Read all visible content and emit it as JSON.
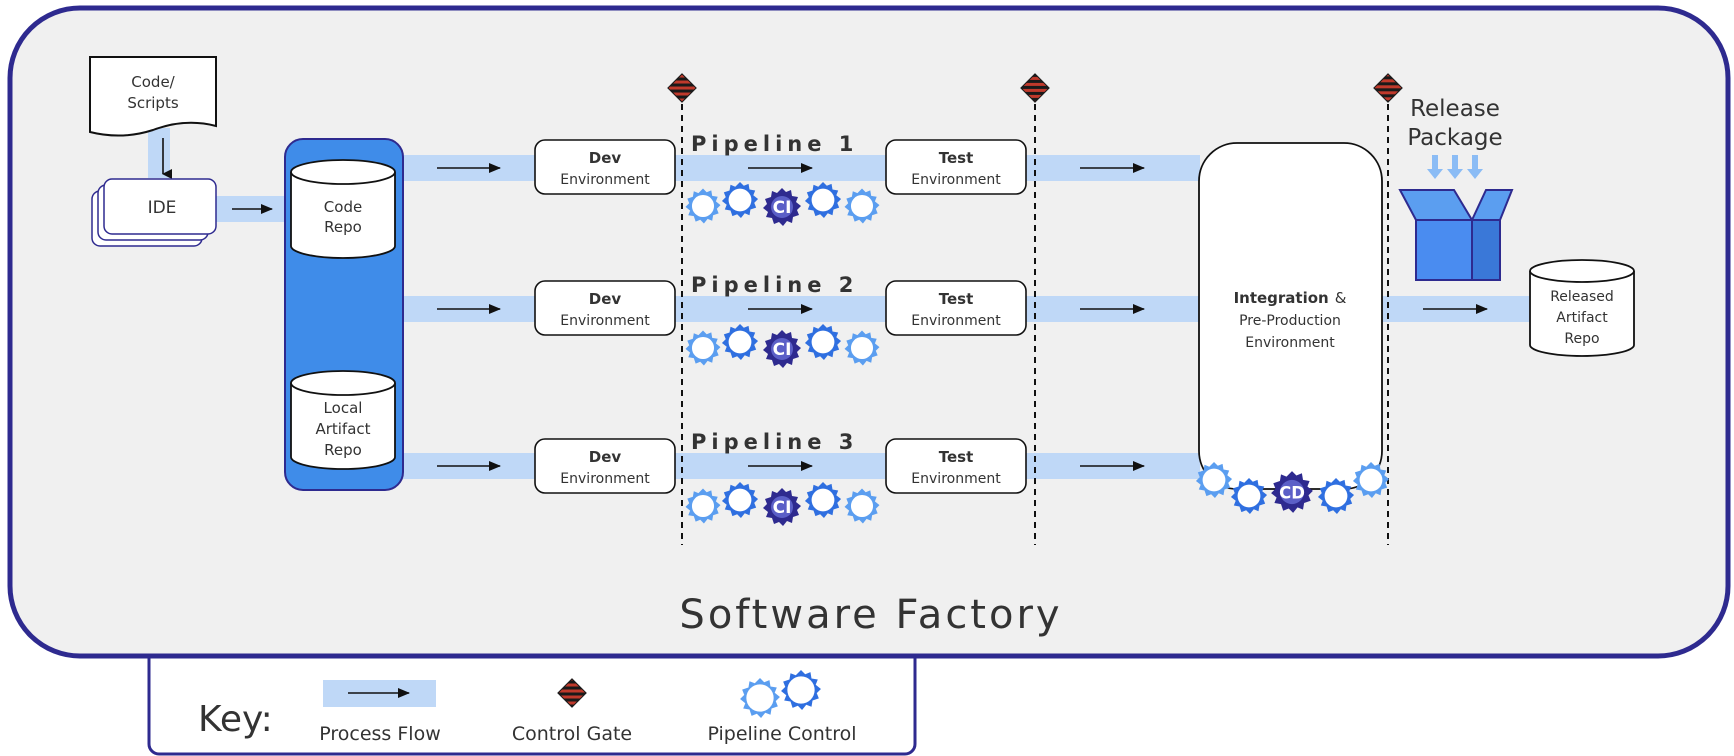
{
  "source": {
    "line1": "Code/",
    "line2": "Scripts"
  },
  "ide": {
    "label": "IDE"
  },
  "repos": {
    "code": {
      "line1": "Code",
      "line2": "Repo"
    },
    "local_artifact": {
      "line1": "Local",
      "line2": "Artifact",
      "line3": "Repo"
    },
    "released_artifact": {
      "line1": "Released",
      "line2": "Artifact",
      "line3": "Repo"
    }
  },
  "pipelines": [
    {
      "title": "Pipeline 1",
      "dev_line1": "Dev",
      "dev_line2": "Environment",
      "test_line1": "Test",
      "test_line2": "Environment",
      "ci_label": "CI"
    },
    {
      "title": "Pipeline 2",
      "dev_line1": "Dev",
      "dev_line2": "Environment",
      "test_line1": "Test",
      "test_line2": "Environment",
      "ci_label": "CI"
    },
    {
      "title": "Pipeline 3",
      "dev_line1": "Dev",
      "dev_line2": "Environment",
      "test_line1": "Test",
      "test_line2": "Environment",
      "ci_label": "CI"
    }
  ],
  "integration": {
    "line1": "Integration",
    "line1_suffix": "&",
    "line2": "Pre-Production",
    "line3": "Environment",
    "cd_label": "CD"
  },
  "release_package": {
    "line1": "Release",
    "line2": "Package"
  },
  "factory": {
    "title": "Software Factory"
  },
  "key": {
    "title": "Key:",
    "process_flow": "Process Flow",
    "control_gate": "Control Gate",
    "pipeline_control": "Pipeline Control"
  },
  "colors": {
    "frame": "#2e2a8f",
    "background": "#f0f0f0",
    "flow": "#bfd8f7",
    "repo_column": "#3f8ce9",
    "gear_light": "#5b9ef0",
    "gear_dark": "#2f6fe0",
    "gear_ci": "#2e2a8f",
    "gate": "#c0392b",
    "box": "#4a8cf0"
  }
}
